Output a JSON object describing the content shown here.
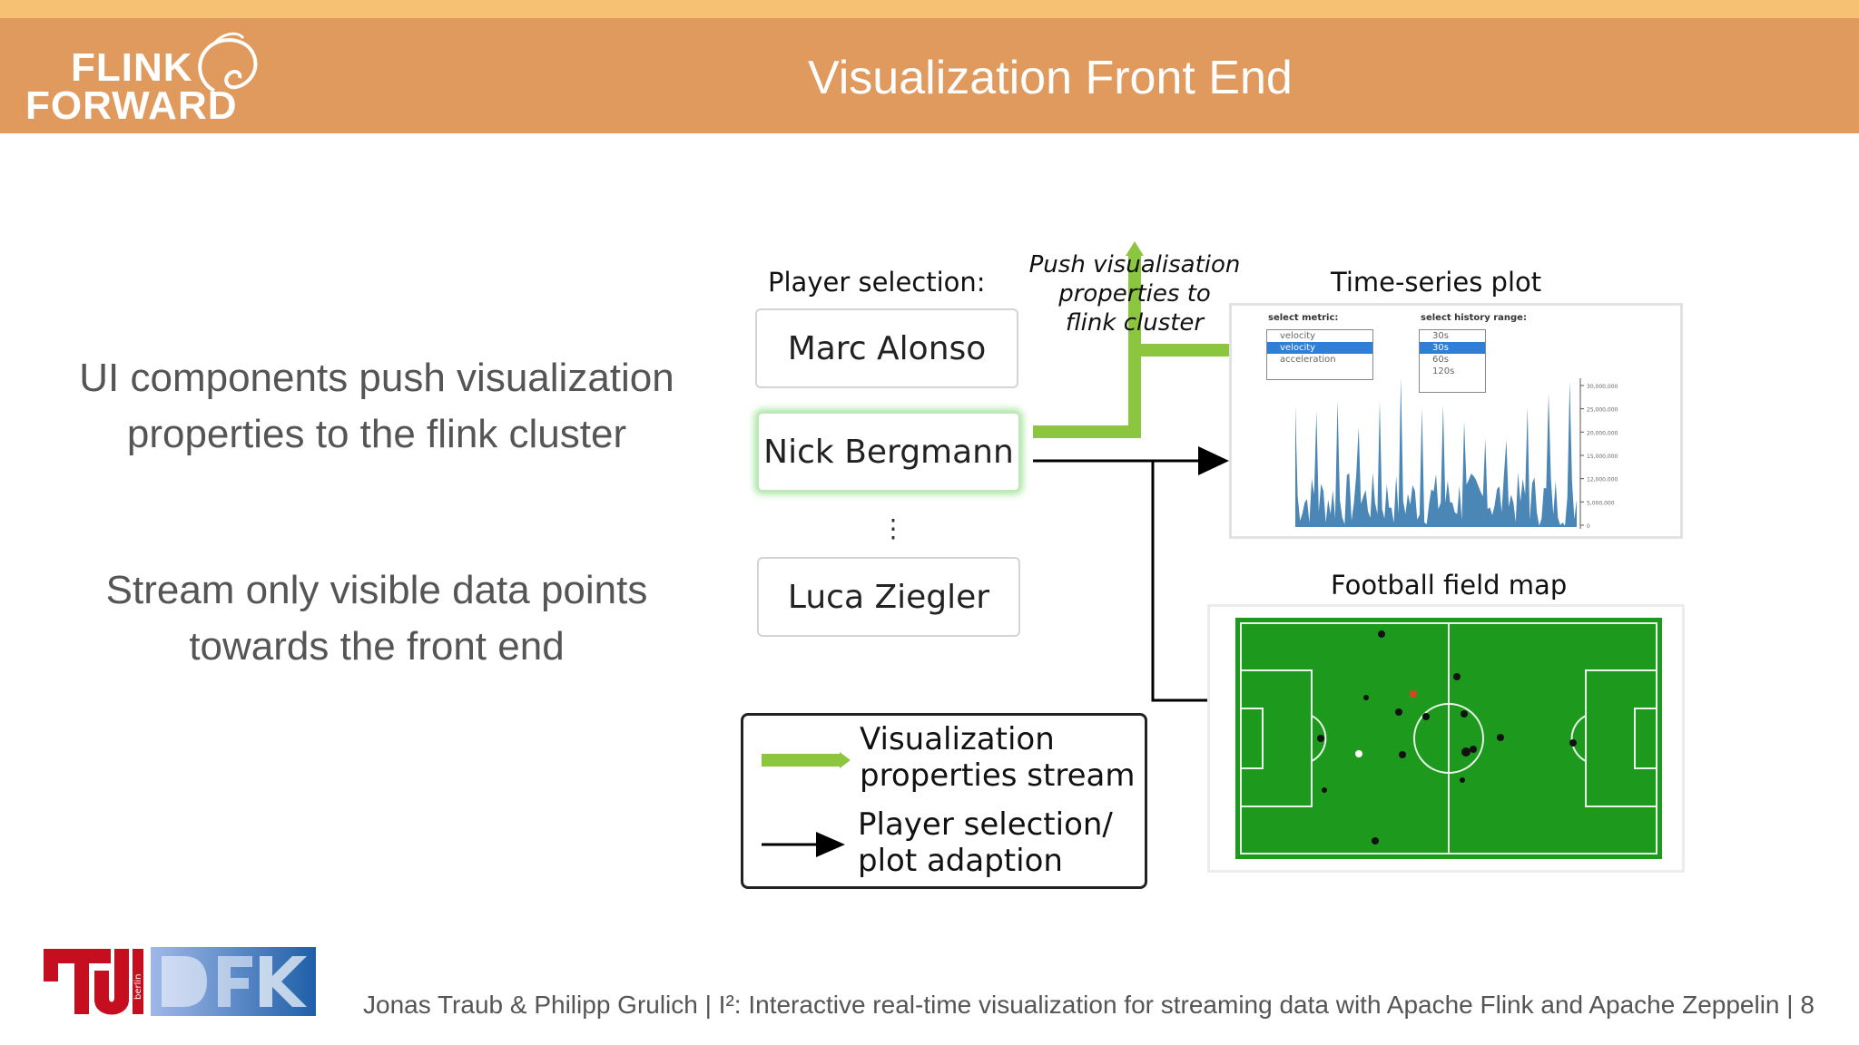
{
  "header": {
    "logo_line1": "FLINK",
    "logo_line2": "FORWARD",
    "title": "Visualization Front End"
  },
  "bullets": [
    "UI components push visualization properties to the flink cluster",
    "Stream only visible data points towards the front end"
  ],
  "diagram": {
    "player_selection_label": "Player selection:",
    "players": [
      "Marc Alonso",
      "Nick Bergmann",
      "Luca Ziegler"
    ],
    "selected_player": "Nick Bergmann",
    "ellipsis": "⋮",
    "push_label": "Push visualisation properties to flink cluster",
    "push_lines": [
      "Push visualisation",
      "properties to",
      "flink cluster"
    ],
    "timeseries_title": "Time-series plot",
    "timeseries": {
      "select_metric_label": "select metric:",
      "metric_value": "velocity",
      "metric_options": [
        "velocity",
        "acceleration"
      ],
      "select_history_label": "select history range:",
      "history_value": "30s",
      "history_options": [
        "30s",
        "60s",
        "120s"
      ],
      "y_ticks": [
        "30,000,000",
        "25,000,000",
        "20,000,000",
        "15,000,000",
        "12,000,000",
        "5,000,000",
        "0"
      ]
    },
    "field_title": "Football field map",
    "legend": {
      "green_line1": "Visualization",
      "green_line2": "properties stream",
      "black_line1": "Player selection/",
      "black_line2": "plot adaption"
    },
    "colors": {
      "green_arrow": "#8cc63f",
      "black_arrow": "#000000",
      "pitch": "#1d9a1d",
      "plot_series": "#4a86b6",
      "highlight_glow": "#a8e6a0"
    }
  },
  "footer": {
    "text": "Jonas Traub & Philipp Grulich | I²: Interactive real-time visualization for streaming data with Apache Flink and Apache Zeppelin | 8",
    "tu_berlin": "berlin"
  }
}
